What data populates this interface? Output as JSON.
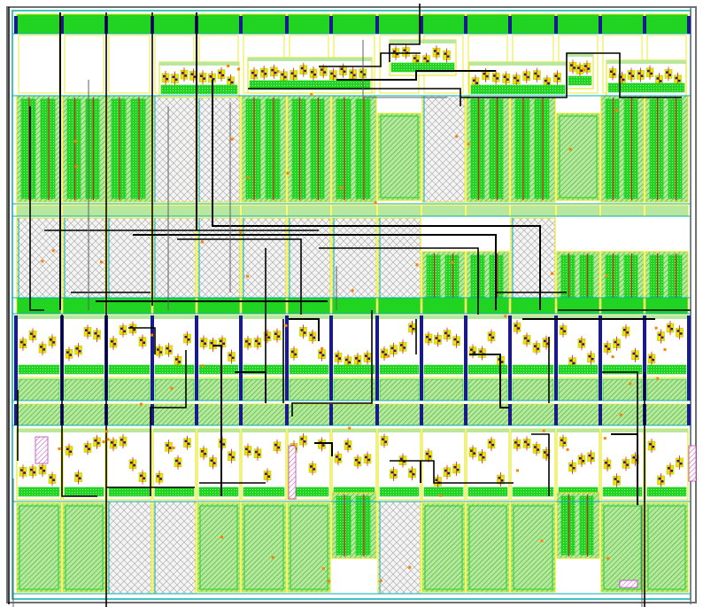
{
  "layout_view": {
    "colors": {
      "background": "#ffffff",
      "diffusion": "#22d422",
      "diffusion_light": "#b8e8a0",
      "well_hatch": "#88cc66",
      "poly": "#d42020",
      "metal1_outline": "#e6e600",
      "metal2": "#000000",
      "metal2_outline": "#606060",
      "contact": "#1a1a8c",
      "nwell_outline": "#00b0b0",
      "pwell_outline": "#c040c0",
      "via": "#ff8000",
      "boundary": "#707070",
      "crosshatch": "#a0a0a0"
    },
    "rows": 4,
    "cells_per_row": 15,
    "cell_kinds": [
      "diffusion-strips",
      "diffusion-block",
      "hatched-fill",
      "crosshatch-fill",
      "transistor-cluster"
    ]
  }
}
